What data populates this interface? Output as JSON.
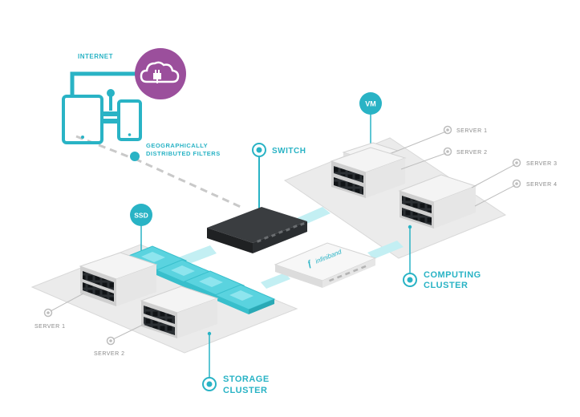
{
  "colors": {
    "accent": "#29b3c5",
    "cloud": "#9b4f9c",
    "platform": "#e9e9e9",
    "muted": "#8a8a8a",
    "link": "#bfeef2"
  },
  "internet": {
    "label": "INTERNET",
    "filters_line1": "GEOGRAPHICALLY",
    "filters_line2": "DISTRIBUTED FILTERS",
    "cloud_icon": "cloud-plug-icon"
  },
  "switch": {
    "label": "SWITCH"
  },
  "infiniband": {
    "label": "infiniband"
  },
  "vm": {
    "label": "VM"
  },
  "ssd": {
    "label": "SSD"
  },
  "computing": {
    "line1": "COMPUTING",
    "line2": "CLUSTER",
    "servers": [
      "SERVER 1",
      "SERVER 2",
      "SERVER 3",
      "SERVER 4"
    ]
  },
  "storage": {
    "line1": "STORAGE",
    "line2": "CLUSTER",
    "servers": [
      "SERVER 1",
      "SERVER 2"
    ]
  }
}
